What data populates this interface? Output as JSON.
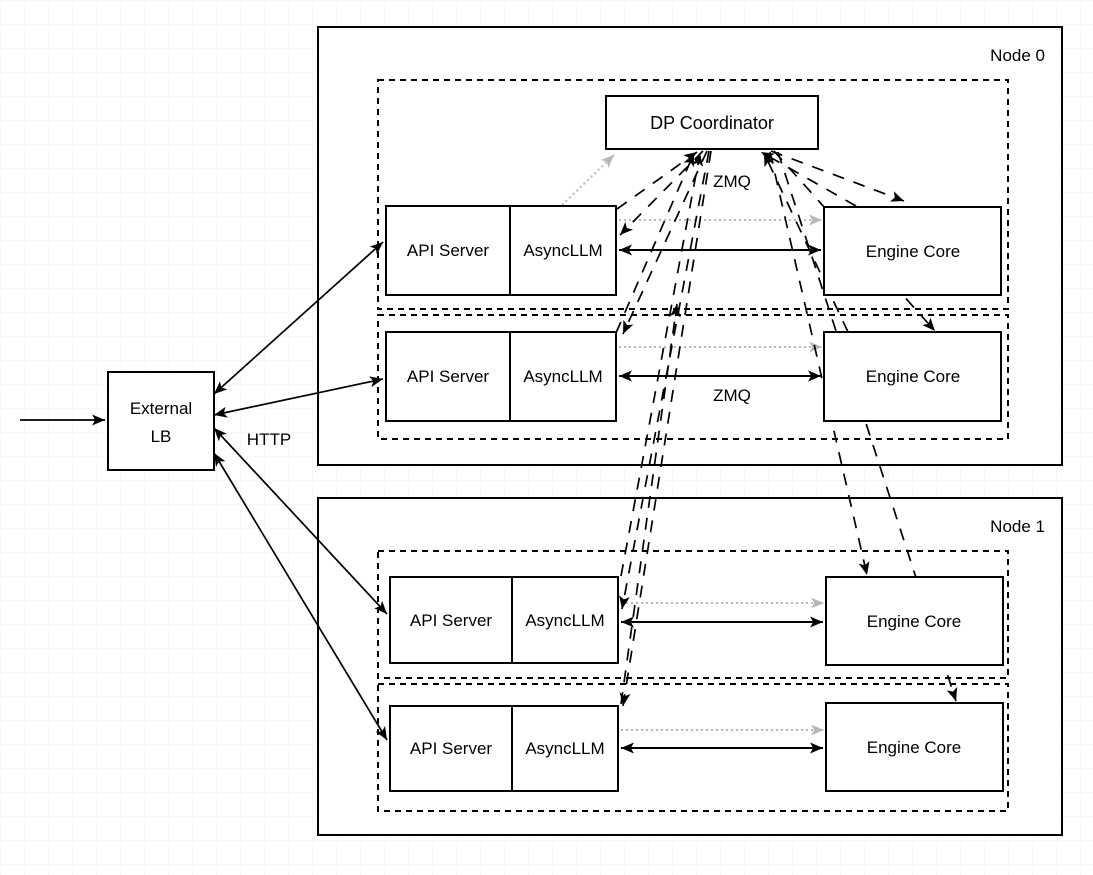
{
  "diagram": {
    "node0": {
      "label": "Node 0"
    },
    "node1": {
      "label": "Node 1"
    },
    "external_lb": {
      "line1": "External",
      "line2": "LB"
    },
    "dp_coordinator": {
      "label": "DP Coordinator"
    },
    "rows": [
      {
        "api_server": "API Server",
        "asyncllm": "AsyncLLM",
        "engine_core": "Engine Core"
      },
      {
        "api_server": "API Server",
        "asyncllm": "AsyncLLM",
        "engine_core": "Engine Core"
      },
      {
        "api_server": "API Server",
        "asyncllm": "AsyncLLM",
        "engine_core": "Engine Core"
      },
      {
        "api_server": "API Server",
        "asyncllm": "AsyncLLM",
        "engine_core": "Engine Core"
      }
    ],
    "labels": {
      "zmq_coordinator": "ZMQ",
      "zmq_engine": "ZMQ",
      "http": "HTTP"
    },
    "colors": {
      "line": "#000000",
      "dotted_gray": "#b8b8b8",
      "box_fill": "#ffffff"
    }
  }
}
